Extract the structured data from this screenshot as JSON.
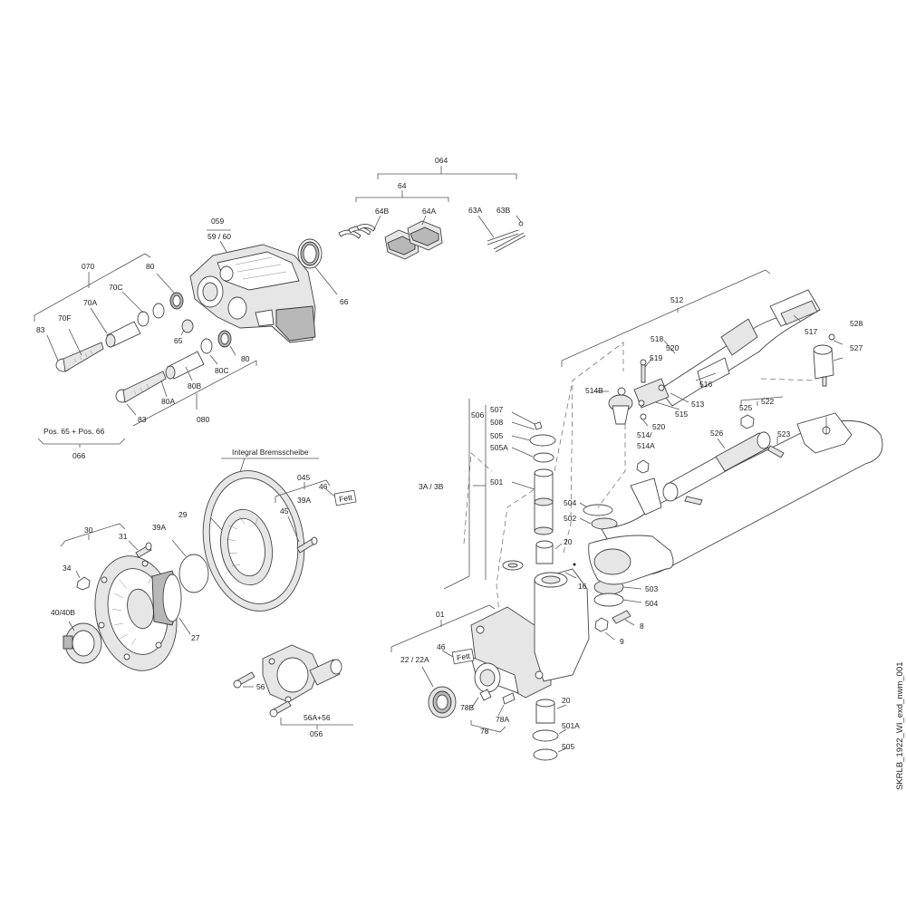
{
  "drawing_ref": "SKRLB_1922_WI_exd_nwm_001",
  "labels": {
    "l064": "064",
    "l64": "64",
    "l64B": "64B",
    "l64A": "64A",
    "l63A": "63A",
    "l63B": "63B",
    "l059": "059",
    "l59_60": "59 / 60",
    "l070": "070",
    "l80_top": "80",
    "l70C": "70C",
    "l70A": "70A",
    "l70F": "70F",
    "l83_top": "83",
    "l65": "65",
    "l80_mid": "80",
    "l80C": "80C",
    "l80B": "80B",
    "l80A": "80A",
    "l83_bot": "83",
    "l080": "080",
    "l66": "66",
    "pos_note": "Pos. 65 + Pos. 66",
    "l066": "066",
    "integral": "Integral Bremsscheibe",
    "l045": "045",
    "l46_disc": "46",
    "fett_1": "Fett",
    "l39A_a": "39A",
    "l45": "45",
    "l29": "29",
    "l39A_b": "39A",
    "l30": "30",
    "l31": "31",
    "l34": "34",
    "l40_40B": "40/40B",
    "l27": "27",
    "l56": "56",
    "l56A_56": "56A+56",
    "l056": "056",
    "l512": "512",
    "l518": "518",
    "l520_a": "520",
    "l519": "519",
    "l517": "517",
    "l528": "528",
    "l527": "527",
    "l514B": "514B",
    "l516": "516",
    "l513": "513",
    "l515": "515",
    "l520_b": "520",
    "l514_514A_1": "514/",
    "l514_514A_2": "514A",
    "l525": "525",
    "l522": "522",
    "l526": "526",
    "l523": "523",
    "l506": "506",
    "l507": "507",
    "l508": "508",
    "l505_a": "505",
    "l505A": "505A",
    "l501": "501",
    "l3A_3B": "3A / 3B",
    "l504_a": "504",
    "l502": "502",
    "l20_a": "20",
    "l16": "16",
    "l503": "503",
    "l504_b": "504",
    "l8": "8",
    "l9": "9",
    "l01": "01",
    "l46_fett": "46",
    "fett_2": "Fett",
    "l22_22A": "22 / 22A",
    "l78B": "78B",
    "l78A": "78A",
    "l78": "78",
    "l20_b": "20",
    "l501A": "501A",
    "l505_b": "505"
  }
}
